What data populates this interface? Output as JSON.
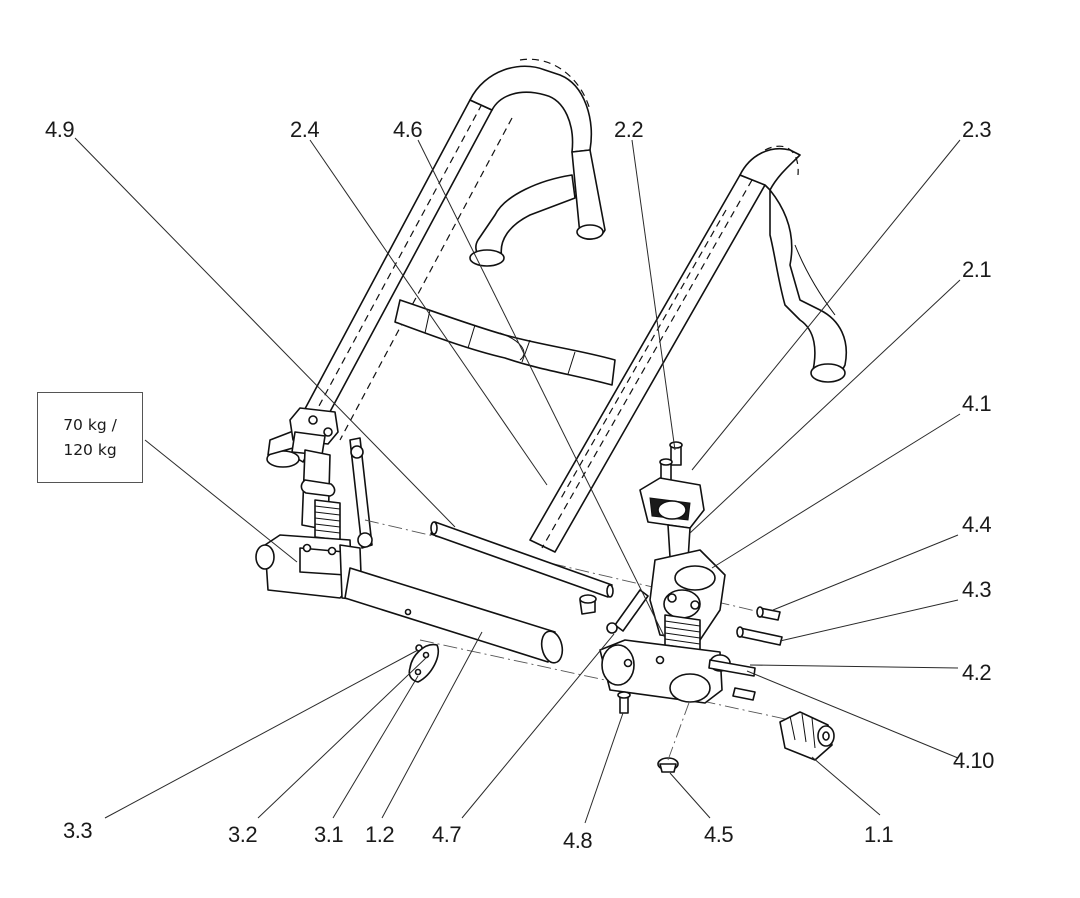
{
  "weight_note": {
    "line1": "70 kg /",
    "line2": "120 kg"
  },
  "callouts": {
    "c4_9": "4.9",
    "c2_4": "2.4",
    "c4_6": "4.6",
    "c2_2": "2.2",
    "c2_3": "2.3",
    "c2_1": "2.1",
    "c4_1": "4.1",
    "c4_4": "4.4",
    "c4_3": "4.3",
    "c4_2": "4.2",
    "c4_10": "4.10",
    "c1_1": "1.1",
    "c4_5": "4.5",
    "c4_8": "4.8",
    "c4_7": "4.7",
    "c1_2": "1.2",
    "c3_1": "3.1",
    "c3_2": "3.2",
    "c3_3": "3.3"
  }
}
